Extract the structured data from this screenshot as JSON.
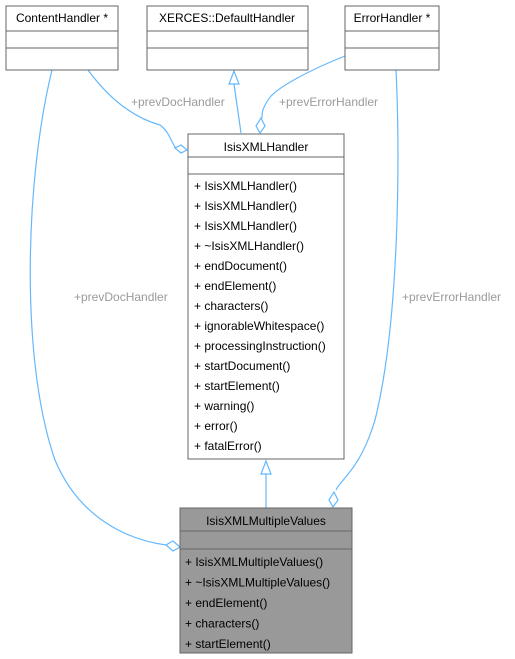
{
  "colors": {
    "edge": "#63b8ff",
    "box_border": "#666666",
    "box_fill": "#ffffff",
    "highlight_fill": "#999999",
    "label_text": "#9a9a9a"
  },
  "classes": {
    "content_handler": {
      "title": "ContentHandler *"
    },
    "default_handler": {
      "title": "XERCES::DefaultHandler"
    },
    "error_handler": {
      "title": "ErrorHandler *"
    },
    "isis_xml_handler": {
      "title": "IsisXMLHandler",
      "methods": [
        "+ IsisXMLHandler()",
        "+ IsisXMLHandler()",
        "+ IsisXMLHandler()",
        "+ ~IsisXMLHandler()",
        "+ endDocument()",
        "+ endElement()",
        "+ characters()",
        "+ ignorableWhitespace()",
        "+ processingInstruction()",
        "+ startDocument()",
        "+ startElement()",
        "+ warning()",
        "+ error()",
        "+ fatalError()"
      ]
    },
    "isis_xml_multiple_values": {
      "title": "IsisXMLMultipleValues",
      "methods": [
        "+ IsisXMLMultipleValues()",
        "+ ~IsisXMLMultipleValues()",
        "+ endElement()",
        "+ characters()",
        "+ startElement()"
      ]
    }
  },
  "edge_labels": {
    "prev_doc_handler_upper": "+prevDocHandler",
    "prev_error_handler_upper": "+prevErrorHandler",
    "prev_doc_handler_lower": "+prevDocHandler",
    "prev_error_handler_lower": "+prevErrorHandler"
  }
}
